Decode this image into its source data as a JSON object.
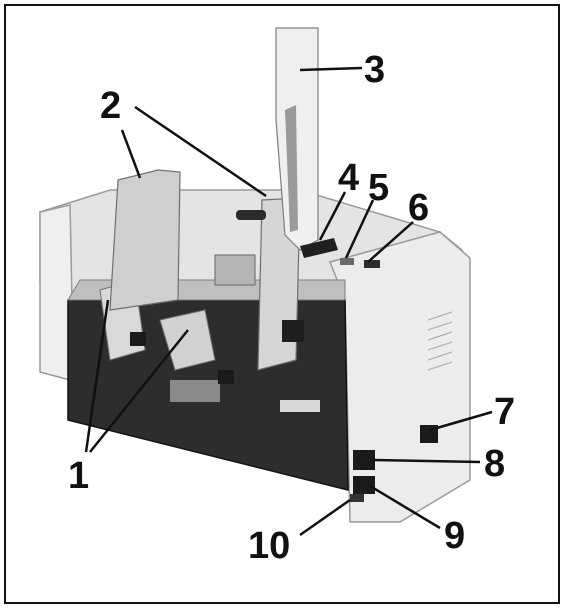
{
  "colors": {
    "border": "#111111",
    "machine_light": "#e8e8e6",
    "machine_mid": "#bdbdbb",
    "machine_dark": "#2b2b2b",
    "leader": "#111111"
  },
  "callouts": [
    {
      "id": "1",
      "label": "1"
    },
    {
      "id": "2",
      "label": "2"
    },
    {
      "id": "3",
      "label": "3"
    },
    {
      "id": "4",
      "label": "4"
    },
    {
      "id": "5",
      "label": "5"
    },
    {
      "id": "6",
      "label": "6"
    },
    {
      "id": "7",
      "label": "7"
    },
    {
      "id": "8",
      "label": "8"
    },
    {
      "id": "9",
      "label": "9"
    },
    {
      "id": "10",
      "label": "10"
    }
  ]
}
